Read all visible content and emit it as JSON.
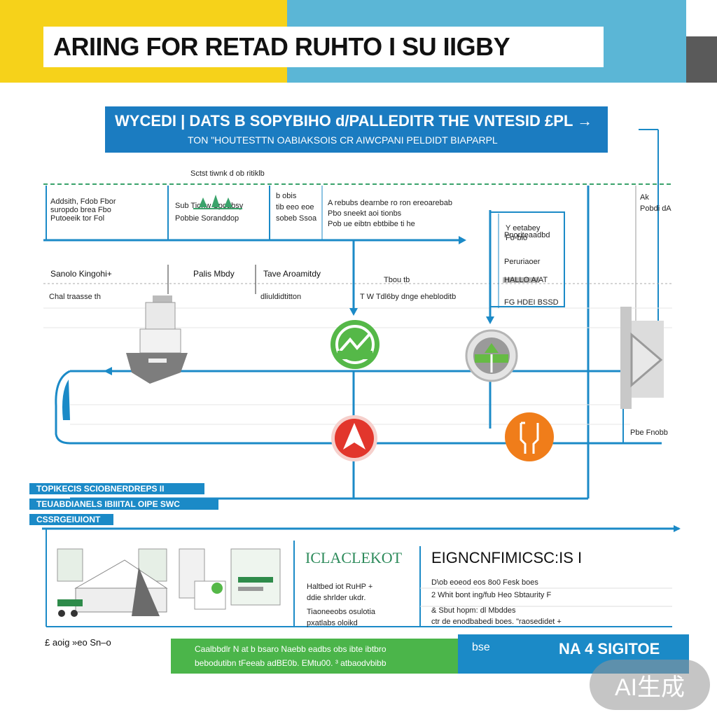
{
  "header": {
    "title": "ARIING FOR RETAD RUHTO I SU IIGBY"
  },
  "banner": {
    "line1": "WYCEDI | DATS B SOPYBIHO d/PALLEDITR THE VNTESID £PL →",
    "line2": "TON \"HOUTESTTN OABIAKSOIS CR AIWCPANI PELDIDT BIAPARPL"
  },
  "top_row": {
    "caption": "Sctst tiwnk d ob ritiklb",
    "box1_lines": [
      "Addsith, Fdob Fbor",
      "suropdo brea Fbo",
      "Putoeeik tor Fol"
    ],
    "box2_lines": [
      "Sub Tionw Spoabsy",
      "Pobbie Soranddop"
    ],
    "box3_lines": [
      "b obis",
      "tib eeo eoe",
      "sobeb Ssoa"
    ],
    "box4_lines": [
      "A rebubs dearnbe ro ron ereoarebab",
      "Pbo sneekt aoi tionbs",
      "Pob ue eibtn ebtbibe ti he"
    ],
    "box5_lines": [
      "Y eetabey",
      "Fo-bio"
    ],
    "right_lines": [
      "Ak",
      "Pobdi dA"
    ]
  },
  "mid_row": {
    "label1": "Sanolo Kingohi+",
    "label1_sub": "Chal traasse th",
    "label2": "Palis Mbdy",
    "label3": "Tave Aroamitdy",
    "label3_sub": "dliuldidtitton",
    "label4": "Tbou tb",
    "label4_sub": "T  W Tdl6by dnge ehebloditb",
    "panel_lines": [
      "Pnoriteaadbd",
      "Peruriaoer",
      "HALLO A/AT",
      "FG HDEI BSSD"
    ],
    "side_label": "Pbe Fnobb"
  },
  "left_blue": {
    "line1": "TOPIKECIS  SCIOBNERDREPS II",
    "line2": "TEUABDIANELS    IBIIITAL OIPE  SWC",
    "line3": "CSSRGEIUIONT"
  },
  "bottom": {
    "section2_title": "ICLACLEKOT",
    "section2_lines": [
      "Haltbed iot RuHP +",
      "ddie shrlder ukdr.",
      "Tiaoneeobs osulotia",
      "pxatlabs  oloikd"
    ],
    "section3_title": "EIGNCNFIMICSC:IS I",
    "section3_lines": [
      "D\\ob eoeod eos 8o0  Fesk boes",
      "2 Whit bont ing/fub   Heo Sbtaurity F",
      "& Sbut hopm: dl Mbddes",
      "ctr de enodbabedi boes. \"raosedidet +"
    ]
  },
  "footer": {
    "left_caption": "£ aoig »eo Sn–o",
    "green_line1": "Caalbbdlr N at b bsaro Naebb eadbs obs ibte ibtbro",
    "green_line2": "bebodutibn tFeeab adBE0b. EMtu00. ³ atbaodvbibb",
    "blue_right_1": "NA  4 SIGITOE",
    "blue_right_2": "bse"
  },
  "watermark": {
    "text": "AI生成"
  },
  "colors": {
    "yellow": "#f6d21a",
    "teal": "#5bb6d6",
    "blue": "#1b7cc1",
    "green": "#4bb54a",
    "red": "#e2362c",
    "orange": "#f07d1a"
  },
  "icons": [
    "gray-printer-icon",
    "green-chart-icon",
    "gray-green-target-icon",
    "red-flame-icon",
    "orange-bracket-icon",
    "gray-arrow-icon"
  ]
}
